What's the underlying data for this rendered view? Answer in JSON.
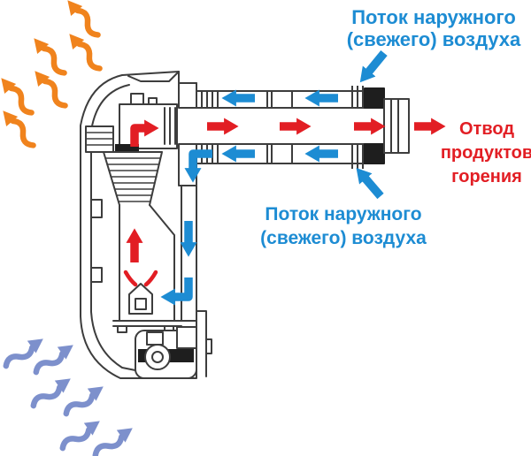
{
  "diagram": {
    "type": "heater-coaxial-flue-airflow-scheme",
    "labels": {
      "fresh_air_top": {
        "line1": "Поток наружного",
        "line2": "(свежего) воздуха"
      },
      "fresh_air_bottom": {
        "line1": "Поток наружного",
        "line2": "(свежего) воздуха"
      },
      "exhaust": {
        "line1": "Отвод",
        "line2": "продуктов",
        "line3": "горения"
      }
    },
    "colors": {
      "fresh_air_blue": "#1d8cd3",
      "exhaust_red": "#e21e24",
      "warm_air_orange": "#f0831d",
      "cool_air_periwinkle": "#7d90cc",
      "outline_gray": "#3d3d3d",
      "wall_seal_black": "#1e1e1e",
      "background": "#ffffff"
    },
    "flows": {
      "exhaust_arrows_count": 6,
      "fresh_air_channel_arrows_count": 4,
      "fresh_air_internal_arrows_count": 3,
      "fresh_air_intake_diagonal_arrows_count": 2,
      "warm_air_wavy_arrows_count": 6,
      "cool_air_wavy_arrows_count": 6
    }
  }
}
